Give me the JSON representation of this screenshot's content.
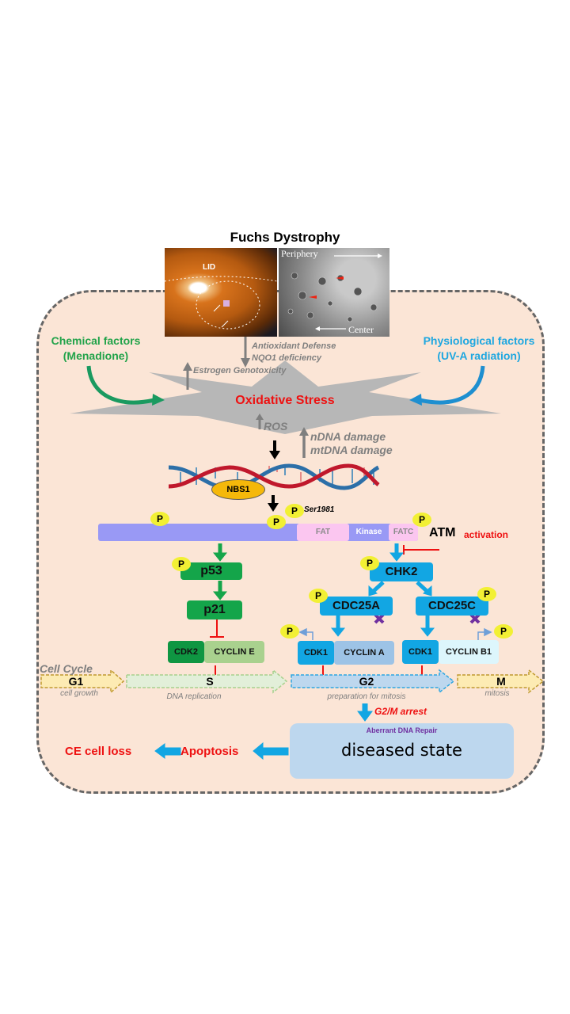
{
  "title": "Fuchs Dystrophy",
  "photos": {
    "left_label": "LID",
    "right_top_label": "Periphery",
    "right_bottom_label": "Center"
  },
  "factors": {
    "chemical_line1": "Chemical factors",
    "chemical_line2": "(Menadione)",
    "physiological_line1": "Physiological factors",
    "physiological_line2": "(UV-A radiation)"
  },
  "modifiers": {
    "antioxidant": "Antioxidant Defense",
    "nqo1": "NQO1 deficiency",
    "estrogen": "Estrogen Genotoxicity",
    "ros": "ROS",
    "ndna": "nDNA damage",
    "mtdna": "mtDNA damage"
  },
  "oxidative_stress": "Oxidative Stress",
  "nbs1": "NBS1",
  "phospho": "P",
  "ser1981": "Ser1981",
  "atm": {
    "domains": [
      "FAT",
      "Kinase",
      "FATC"
    ],
    "label": "ATM",
    "activation": "activation"
  },
  "left_pathway": {
    "p53": "p53",
    "p21": "p21",
    "cdk2": "CDK2",
    "cyclin_e": "CYCLIN E"
  },
  "right_pathway": {
    "chk2": "CHK2",
    "cdc25a": "CDC25A",
    "cdc25c": "CDC25C",
    "cdk1_a": "CDK1",
    "cyclin_a": "CYCLIN A",
    "cdk1_b": "CDK1",
    "cyclin_b1": "CYCLIN B1"
  },
  "cell_cycle": {
    "title": "Cell Cycle",
    "phases": [
      {
        "name": "G1",
        "desc": "cell growth"
      },
      {
        "name": "S",
        "desc": "DNA replication"
      },
      {
        "name": "G2",
        "desc": "preparation for mitosis"
      },
      {
        "name": "M",
        "desc": "mitosis"
      }
    ]
  },
  "outcome": {
    "arrest": "G2/M arrest",
    "aberrant": "Aberrant DNA Repair",
    "diseased": "diseased state",
    "apoptosis": "Apoptosis",
    "ce_loss": "CE cell loss"
  },
  "colors": {
    "stress_red": "#ee1111",
    "chemical_green": "#22a34a",
    "physio_blue": "#1ea7e0",
    "pathway_green": "#14a54a",
    "pathway_blue": "#12a6e3",
    "atm_bar": "#9999f5",
    "panel_bg": "#fbe5d6"
  }
}
